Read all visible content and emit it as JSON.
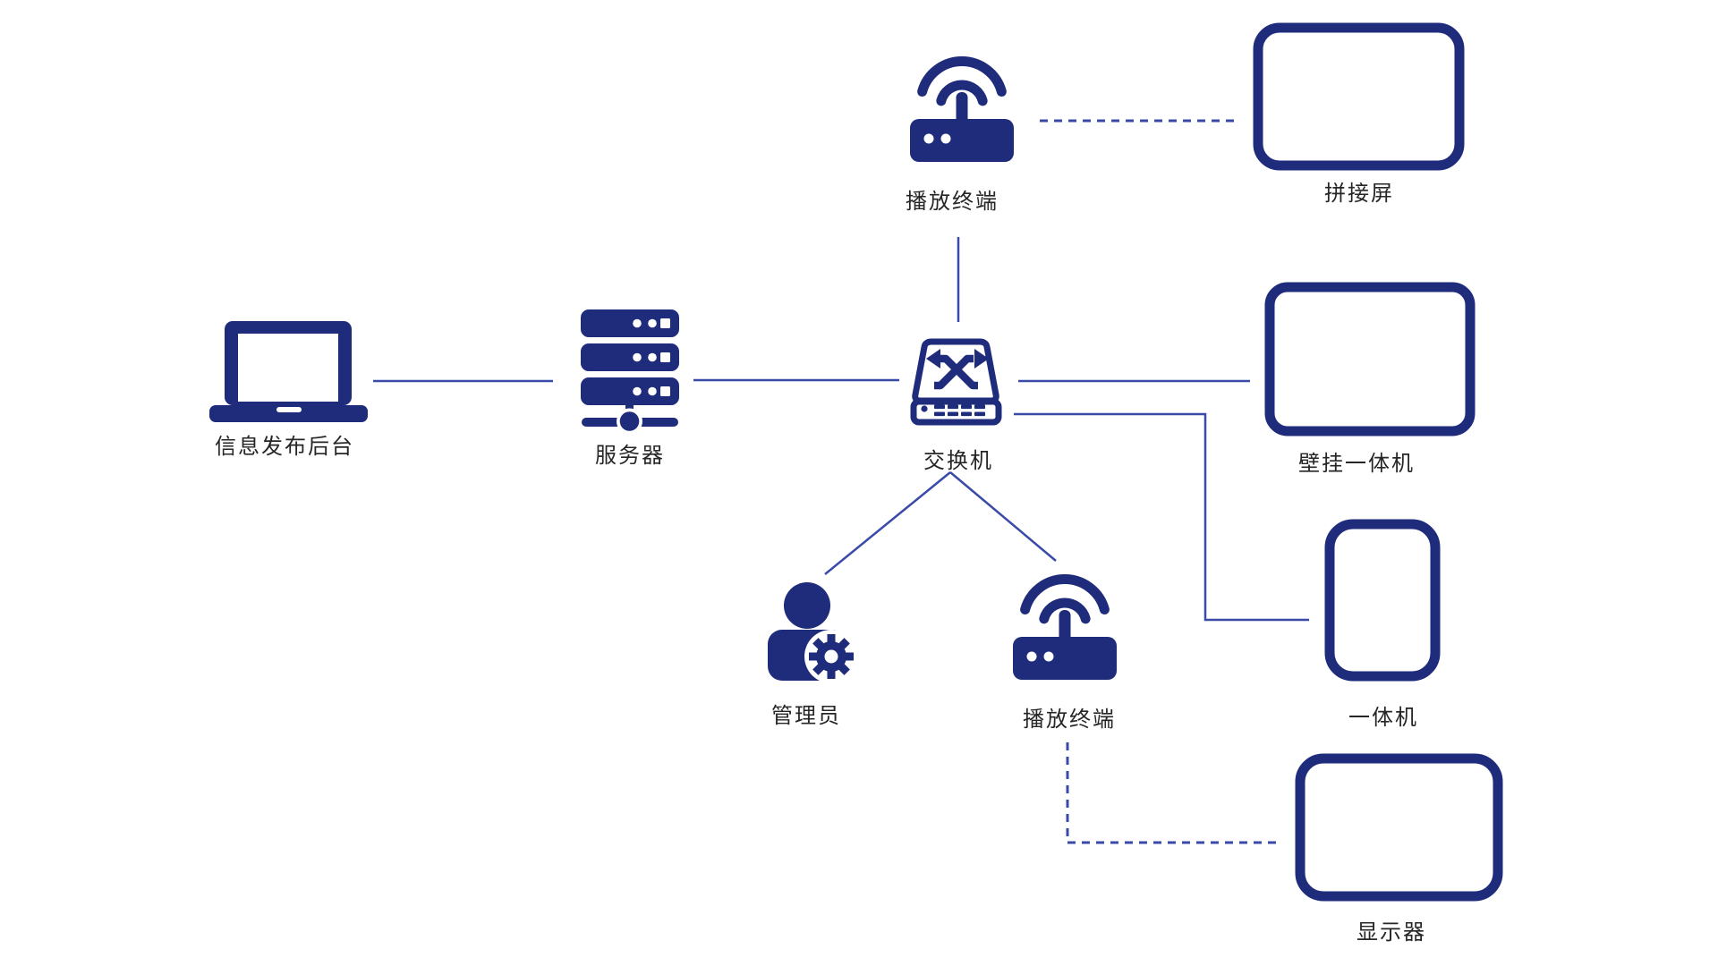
{
  "diagram": {
    "type": "network-topology",
    "colors": {
      "accent": "#1F2C7B",
      "line": "#3A4AA8",
      "label": "#262626",
      "background": "#FFFFFF"
    },
    "nodes": {
      "backend": {
        "label": "信息发布后台",
        "icon": "laptop-icon"
      },
      "server": {
        "label": "服务器",
        "icon": "server-icon"
      },
      "switch": {
        "label": "交换机",
        "icon": "switch-icon"
      },
      "terminal_top": {
        "label": "播放终端",
        "icon": "wifi-router-icon"
      },
      "terminal_bottom": {
        "label": "播放终端",
        "icon": "wifi-router-icon"
      },
      "admin": {
        "label": "管理员",
        "icon": "user-gear-icon"
      },
      "splicing_screen": {
        "label": "拼接屏",
        "icon": "display-frame-icon"
      },
      "wall_mounted": {
        "label": "壁挂一体机",
        "icon": "display-frame-icon"
      },
      "all_in_one": {
        "label": "一体机",
        "icon": "display-frame-icon"
      },
      "monitor": {
        "label": "显示器",
        "icon": "display-frame-icon"
      }
    },
    "edges": [
      {
        "from": "backend",
        "to": "server",
        "style": "solid"
      },
      {
        "from": "server",
        "to": "switch",
        "style": "solid"
      },
      {
        "from": "terminal_top",
        "to": "switch",
        "style": "solid"
      },
      {
        "from": "terminal_top",
        "to": "splicing_screen",
        "style": "dashed"
      },
      {
        "from": "switch",
        "to": "wall_mounted",
        "style": "solid"
      },
      {
        "from": "switch",
        "to": "all_in_one",
        "style": "solid"
      },
      {
        "from": "switch",
        "to": "admin",
        "style": "solid"
      },
      {
        "from": "switch",
        "to": "terminal_bottom",
        "style": "solid"
      },
      {
        "from": "terminal_bottom",
        "to": "monitor",
        "style": "dashed"
      }
    ]
  }
}
